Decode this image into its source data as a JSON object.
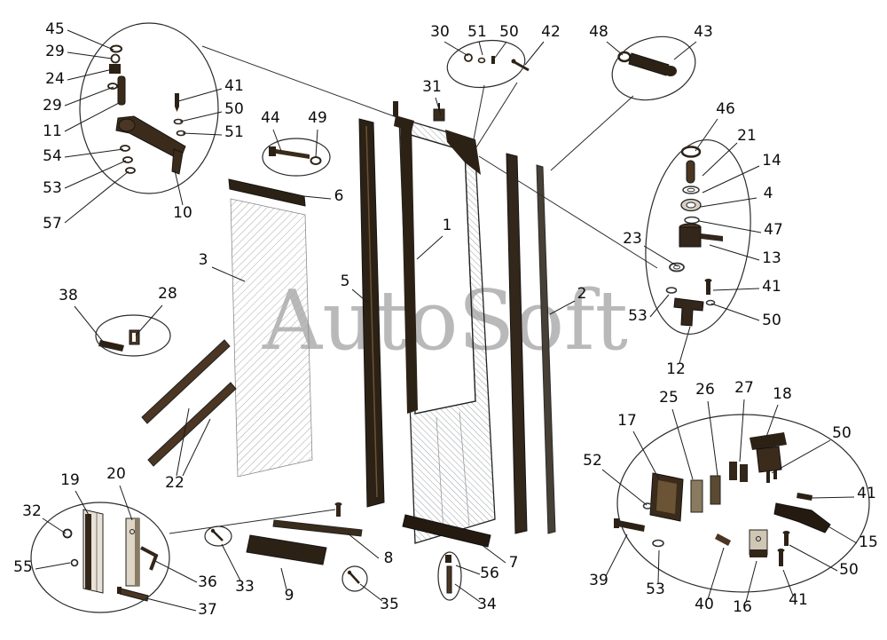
{
  "watermark": {
    "text": "AutoSoft",
    "color": "#b9b9b9"
  },
  "diagram": {
    "description": "Exploded parts diagram of a vehicle door assembly with numbered callouts and detail bubbles",
    "background": "#ffffff",
    "line_color": "#1c1c1c",
    "part_dark": "#2c2115",
    "part_brown": "#4a3622",
    "hatch_color": "#a8a8a8"
  },
  "callouts": [
    "45",
    "29",
    "24",
    "29",
    "11",
    "54",
    "53",
    "57",
    "41",
    "50",
    "51",
    "10",
    "30",
    "51",
    "50",
    "42",
    "31",
    "48",
    "43",
    "44",
    "49",
    "6",
    "3",
    "5",
    "1",
    "2",
    "46",
    "21",
    "14",
    "4",
    "47",
    "13",
    "41",
    "50",
    "23",
    "53",
    "12",
    "38",
    "28",
    "22",
    "19",
    "20",
    "32",
    "55",
    "36",
    "37",
    "33",
    "9",
    "35",
    "8",
    "34",
    "56",
    "7",
    "17",
    "25",
    "26",
    "27",
    "18",
    "50",
    "41",
    "15",
    "50",
    "41",
    "16",
    "40",
    "53",
    "39",
    "52"
  ]
}
